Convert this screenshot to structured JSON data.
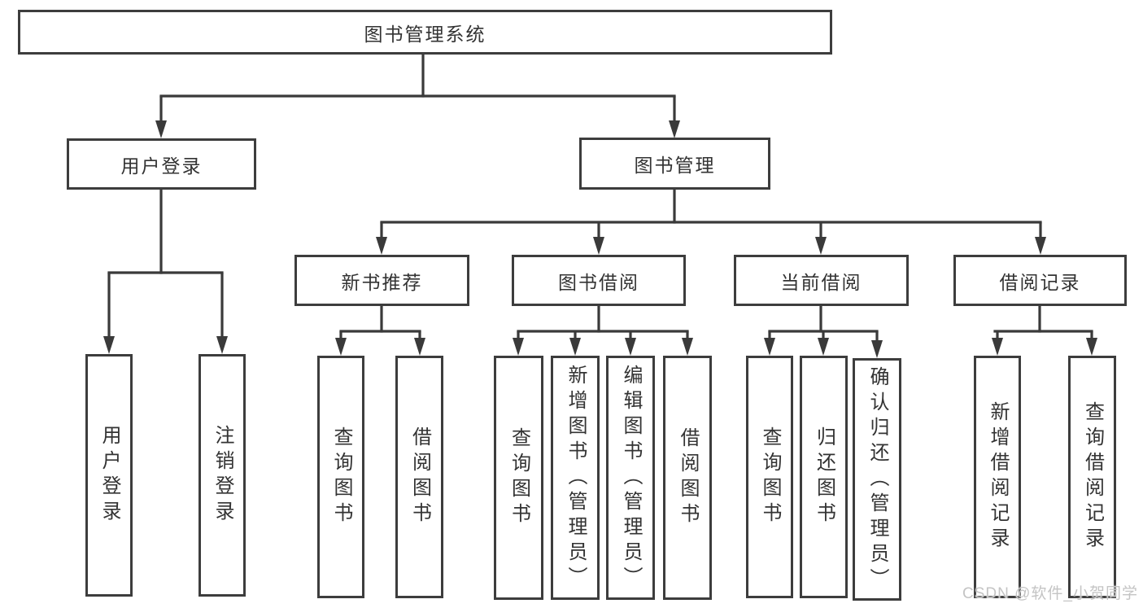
{
  "diagram": {
    "root": {
      "label": "图书管理系统"
    },
    "branches": [
      {
        "label": "用户登录",
        "children": [
          {
            "label": "用户登录"
          },
          {
            "label": "注销登录"
          }
        ]
      },
      {
        "label": "图书管理",
        "children": [
          {
            "label": "新书推荐",
            "children": [
              {
                "label": "查询图书"
              },
              {
                "label": "借阅图书"
              }
            ]
          },
          {
            "label": "图书借阅",
            "children": [
              {
                "label": "查询图书"
              },
              {
                "label": "新增图书（管理员）"
              },
              {
                "label": "编辑图书（管理员）"
              },
              {
                "label": "借阅图书"
              }
            ]
          },
          {
            "label": "当前借阅",
            "children": [
              {
                "label": "查询图书"
              },
              {
                "label": "归还图书"
              },
              {
                "label": "确认归还（管理员）"
              }
            ]
          },
          {
            "label": "借阅记录",
            "children": [
              {
                "label": "新增借阅记录"
              },
              {
                "label": "查询借阅记录"
              }
            ]
          }
        ]
      }
    ],
    "colors": {
      "border": "#3d3d3d",
      "line": "#3a3a3a",
      "text": "#333333",
      "watermark": "#c4c4c4"
    }
  },
  "watermark": {
    "text": "CSDN @软件_小贺同学"
  }
}
